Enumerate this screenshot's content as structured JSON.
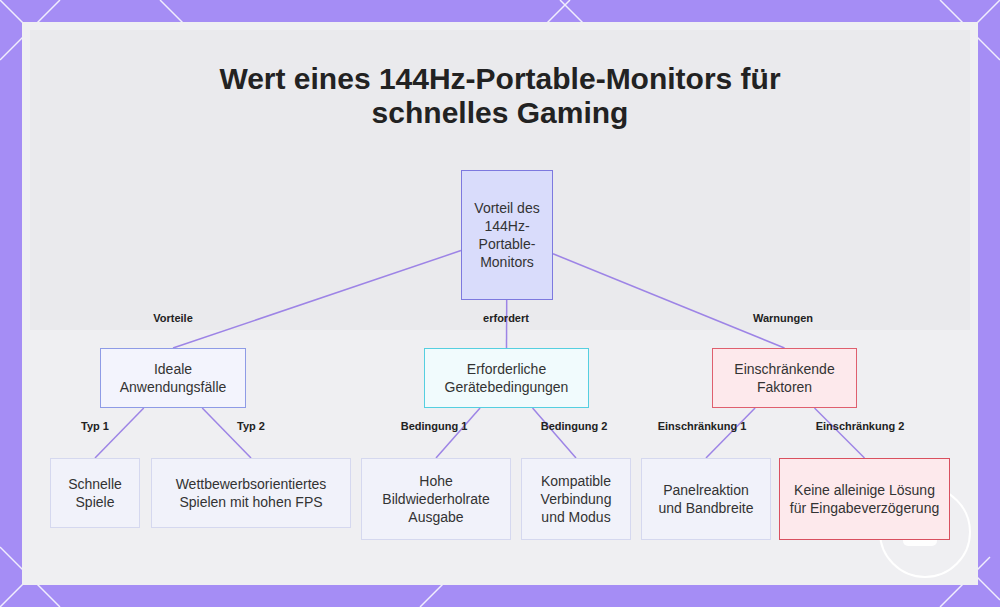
{
  "diagram": {
    "title": "Wert eines 144Hz-Portable-Monitors für schnelles Gaming",
    "nodes": [
      {
        "text": [
          "Vorteil des 144Hz-Portable-Monitors"
        ]
      },
      {
        "text": [
          "Ideale Anwendungsfälle"
        ]
      },
      {
        "text": [
          "Erforderliche Gerätebedingungen"
        ]
      },
      {
        "text": [
          "Einschränkende Faktoren"
        ]
      },
      {
        "text": [
          "Schnelle Spiele"
        ]
      },
      {
        "text": [
          "Wettbewerbsorientiertes Spielen mit hohen FPS"
        ]
      },
      {
        "text": [
          "Hohe Bildwiederholrate Ausgabe"
        ]
      },
      {
        "text": [
          "Kompatible Verbindung und Modus"
        ]
      },
      {
        "text": [
          "Panelreaktion und Bandbreite"
        ]
      },
      {
        "text": [
          "Keine alleinige Lösung für Eingabeverzögerung"
        ]
      }
    ],
    "edges": [
      {
        "from": 0,
        "to": 1,
        "arrow": "none",
        "label": "Vorteile"
      },
      {
        "from": 0,
        "to": 2,
        "arrow": "none",
        "label": "erfordert"
      },
      {
        "from": 0,
        "to": 3,
        "arrow": "none",
        "label": "Warnungen"
      },
      {
        "from": 1,
        "to": 4,
        "arrow": "none",
        "label": "Typ 1"
      },
      {
        "from": 1,
        "to": 5,
        "arrow": "none",
        "label": "Typ 2"
      },
      {
        "from": 2,
        "to": 6,
        "arrow": "none",
        "label": "Bedingung 1"
      },
      {
        "from": 2,
        "to": 7,
        "arrow": "none",
        "label": "Bedingung 2"
      },
      {
        "from": 3,
        "to": 8,
        "arrow": "none",
        "label": "Einschränkung 1"
      },
      {
        "from": 3,
        "to": 9,
        "arrow": "none",
        "label": "Einschränkung 2"
      }
    ]
  }
}
